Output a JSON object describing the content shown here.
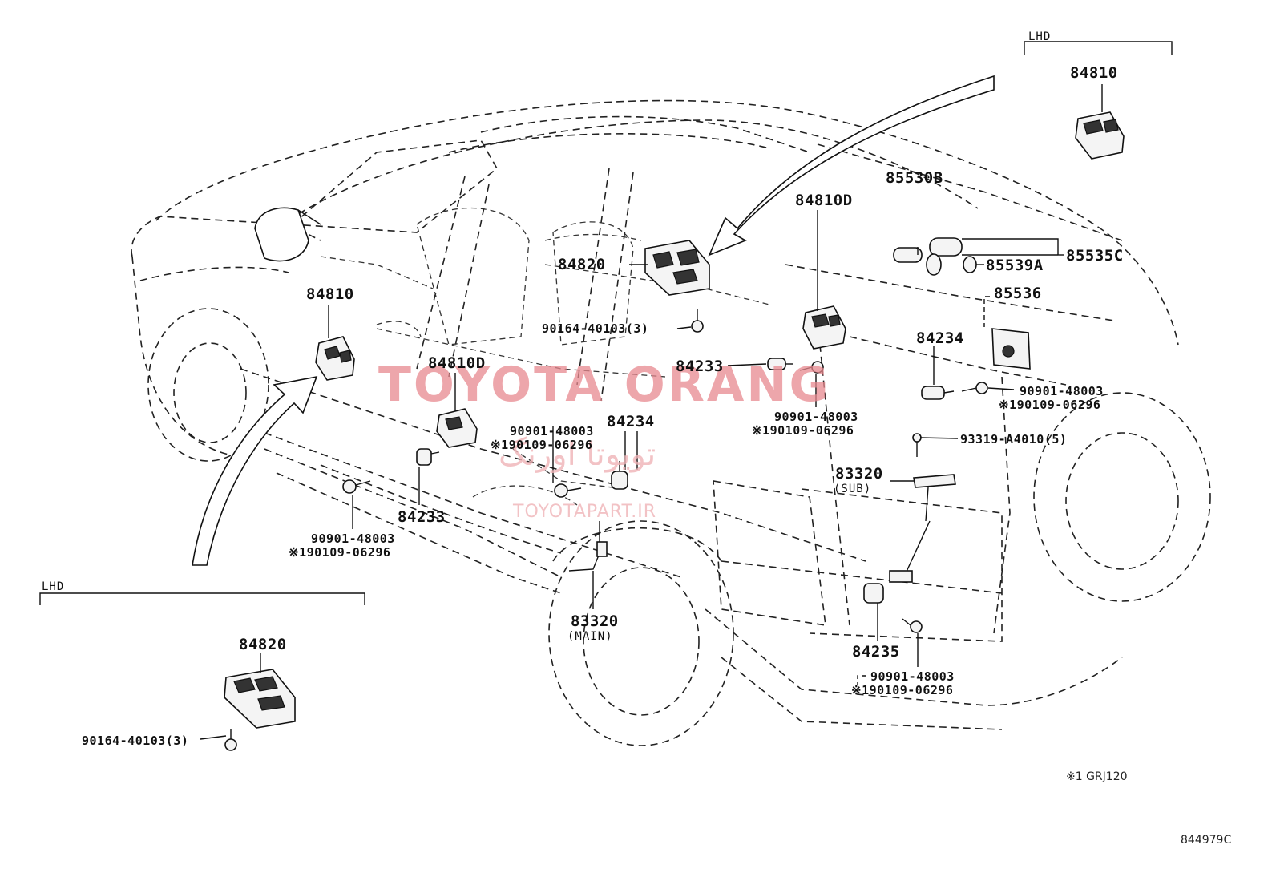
{
  "watermark": {
    "brand": "TOYOTA ORANG",
    "brand_fa": "تویوتا اورنگ",
    "url": "TOYOTAPART.IR"
  },
  "diagram_code": "844979C",
  "footnote": "※1 GRJ120",
  "lhd_top": {
    "title": "LHD",
    "part": "84810"
  },
  "lhd_bottom": {
    "title": "LHD",
    "part": "84820",
    "screw": "90164-40103(3)"
  },
  "labels": {
    "p84810_left": "84810",
    "p84820": "84820",
    "p90164": "90164-40103(3)",
    "p84810D_center": "84810D",
    "p84810D_right": "84810D",
    "p84233_center": "84233",
    "p84233_left": "84233",
    "p84234_center": "84234",
    "p84234_right": "84234",
    "p85530B": "85530B",
    "p85535C": "85535C",
    "p85539A": "85539A",
    "p85536": "85536",
    "p93319": "93319-A4010(5)",
    "p83320_sub": "83320",
    "sub": "(SUB)",
    "p83320_main": "83320",
    "main": "(MAIN)",
    "p84235": "84235",
    "bolt_a1": "90901-48003",
    "bolt_a2": "※190109-06296",
    "bolt_b1": "90901-48003",
    "bolt_b2": "※190109-06296",
    "bolt_c1": "90901-48003",
    "bolt_c2": "※190109-06296",
    "bolt_d1": "90901-48003",
    "bolt_d2": "※190109-06296",
    "bolt_e1": "90901-48003",
    "bolt_e2": "※190109-06296"
  }
}
